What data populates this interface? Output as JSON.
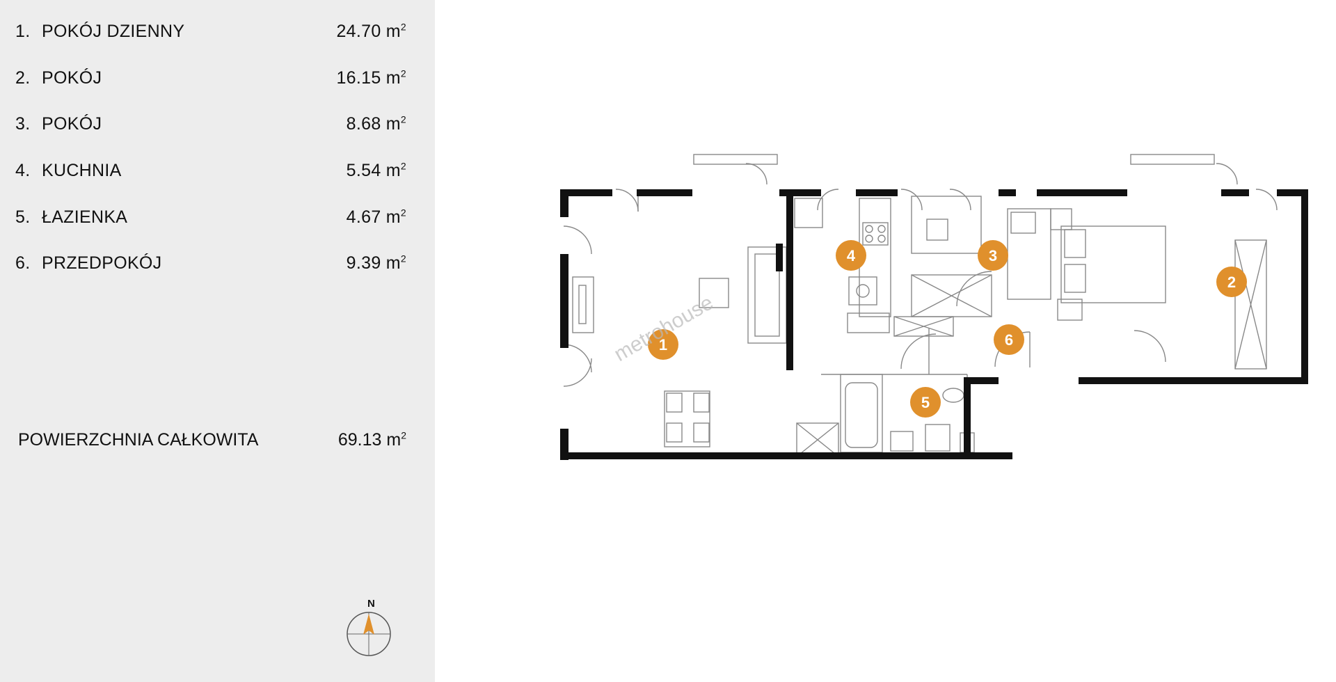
{
  "rooms": [
    {
      "num": "1.",
      "name": "POKÓJ DZIENNY",
      "area": "24.70 m",
      "sup": "2"
    },
    {
      "num": "2.",
      "name": "POKÓJ",
      "area": "16.15 m",
      "sup": "2"
    },
    {
      "num": "3.",
      "name": "POKÓJ",
      "area": "8.68 m",
      "sup": "2"
    },
    {
      "num": "4.",
      "name": "KUCHNIA",
      "area": "5.54 m",
      "sup": "2"
    },
    {
      "num": "5.",
      "name": "ŁAZIENKA",
      "area": "4.67 m",
      "sup": "2"
    },
    {
      "num": "6.",
      "name": "PRZEDPOKÓJ",
      "area": "9.39 m",
      "sup": "2"
    }
  ],
  "total": {
    "label": "POWIERZCHNIA CAŁKOWITA",
    "area": "69.13 m",
    "sup": "2"
  },
  "compass": {
    "label": "N"
  },
  "plan": {
    "markers": [
      "1",
      "2",
      "3",
      "4",
      "5",
      "6"
    ],
    "watermark": "metrohouse"
  },
  "colors": {
    "panel_bg": "#ededed",
    "marker": "#e0902c",
    "wall": "#111111",
    "line": "#7a7a7a"
  }
}
